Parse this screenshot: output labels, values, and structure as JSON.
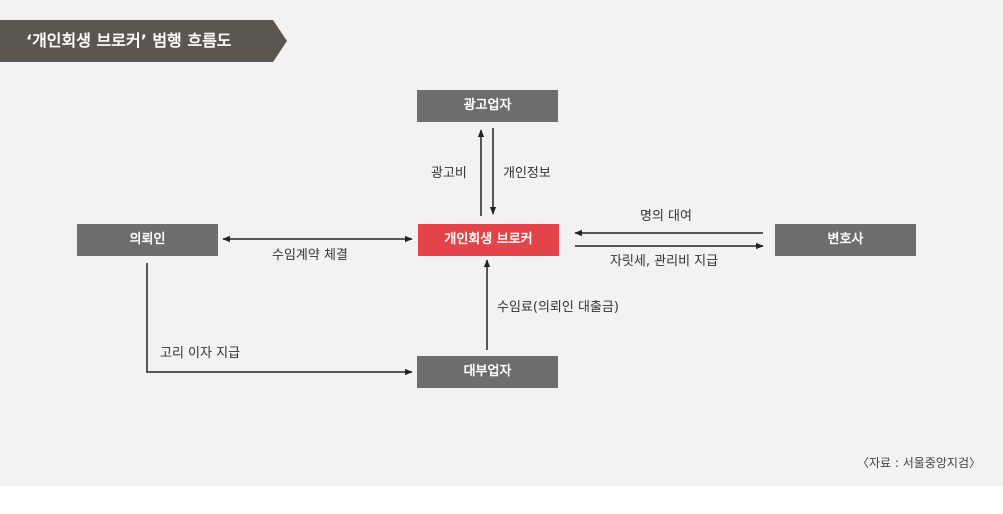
{
  "title": "‘개인회생 브로커’ 범행 흐름도",
  "nodes": {
    "advertiser": "광고업자",
    "broker": "개인회생 브로커",
    "client": "의뢰인",
    "lawyer": "변호사",
    "lender": "대부업자"
  },
  "edges": {
    "ad_fee": "광고비",
    "personal_info": "개인정보",
    "contract": "수임계약 체결",
    "name_lending": "명의 대여",
    "payment": "자릿세, 관리비 지급",
    "fee_loan": "수임료(의뢰인 대출금)",
    "high_interest": "고리 이자 지급"
  },
  "source": "〈자료 : 서울중앙지검〉",
  "colors": {
    "node": "#6b6d6f",
    "broker_node": "#e2444a",
    "title_tab": "#5b5650",
    "background": "#f2f2f2"
  }
}
